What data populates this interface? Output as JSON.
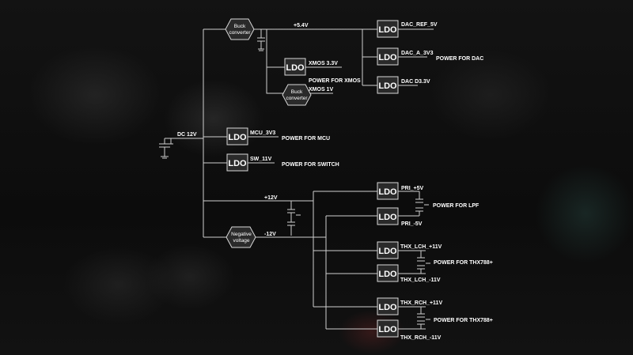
{
  "input": {
    "label": "DC 12V"
  },
  "converters": {
    "buck_top": [
      "Buck",
      "converter"
    ],
    "buck_xmos": [
      "Buck",
      "converter"
    ],
    "negative": [
      "Negative",
      "voltage"
    ]
  },
  "rails": {
    "p54": "+5.4V",
    "p12": "+12V",
    "m12": "-12V"
  },
  "ldo_text": "LDO",
  "outputs": {
    "dac_ref": "DAC_REF_5V",
    "dac_a": "DAC_A_3V3",
    "dac_d": "DAC D3.3V",
    "xmos33": "XMOS 3.3V",
    "xmos1v": "XMOS 1V",
    "mcu": "MCU_3V3",
    "sw": "SW_11V",
    "pri_p": "PRI_+5V",
    "pri_m": "PRI_-5V",
    "thx_lch_p": "THX_LCH_+11V",
    "thx_lch_m": "THX_LCH_-11V",
    "thx_rch_p": "THX_RCH_+11V",
    "thx_rch_m": "THX_RCH_-11V"
  },
  "power_labels": {
    "dac": "POWER FOR DAC",
    "xmos": "POWER FOR XMOS",
    "mcu": "POWER FOR MCU",
    "switch": "POWER FOR SWITCH",
    "lpf": "POWER FOR LPF",
    "thx1": "POWER FOR THX788+",
    "thx2": "POWER FOR THX788+"
  }
}
